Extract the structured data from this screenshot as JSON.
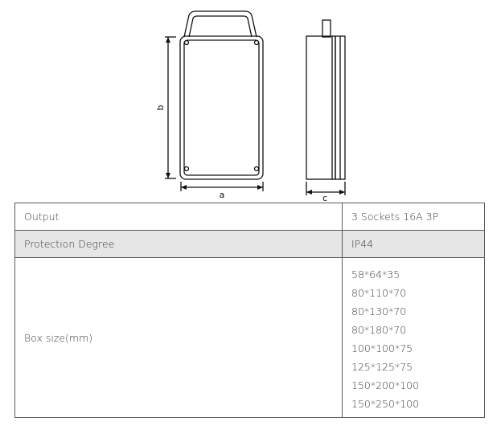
{
  "drawing": {
    "dim_a": "a",
    "dim_b": "b",
    "dim_c": "c"
  },
  "table": {
    "rows": [
      {
        "label": "Output",
        "value": "3 Sockets 16A 3P"
      },
      {
        "label": "Protection Degree",
        "value": "IP44"
      }
    ],
    "box_size": {
      "label": "Box size(mm)",
      "values": [
        "58*64*35",
        "80*110*70",
        "80*130*70",
        "80*180*70",
        "100*100*75",
        "125*125*75",
        "150*200*100",
        "150*250*100"
      ]
    }
  }
}
